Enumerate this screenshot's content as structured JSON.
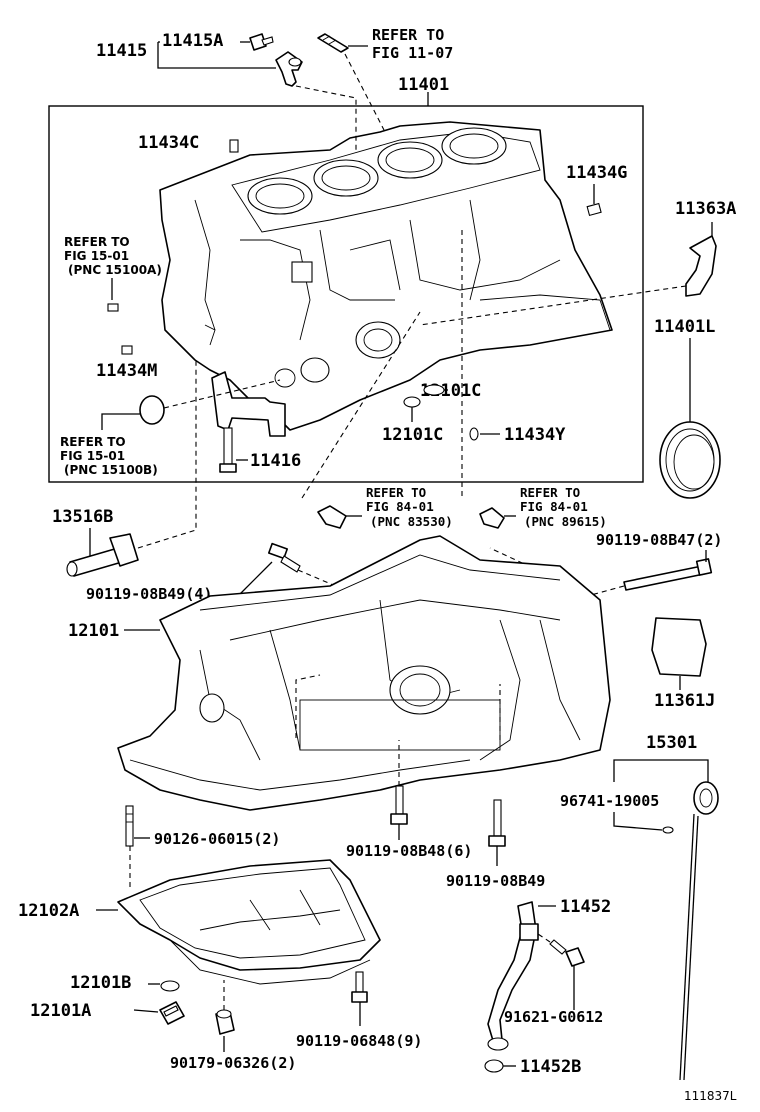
{
  "diagram_id": "111837L",
  "labels": {
    "p11415": "11415",
    "p11415A": "11415A",
    "refer_1107_a": "REFER TO",
    "refer_1107_b": "FIG 11-07",
    "p11401": "11401",
    "p11434C": "11434C",
    "p11434G": "11434G",
    "p11363A": "11363A",
    "refer_1501a_a": "REFER TO",
    "refer_1501a_b": "FIG 15-01",
    "refer_1501a_c": "(PNC 15100A)",
    "p11434M": "11434M",
    "p12101C_a": "12101C",
    "p11401L": "11401L",
    "refer_1501b_a": "REFER TO",
    "refer_1501b_b": "FIG 15-01",
    "refer_1501b_c": "(PNC 15100B)",
    "p11416": "11416",
    "p12101C_b": "12101C",
    "p11434Y": "11434Y",
    "refer_8401a_a": "REFER TO",
    "refer_8401a_b": "FIG 84-01",
    "refer_8401a_c": "(PNC 83530)",
    "refer_8401b_a": "REFER TO",
    "refer_8401b_b": "FIG 84-01",
    "refer_8401b_c": "(PNC 89615)",
    "p13516B": "13516B",
    "p90119_08B47": "90119-08B47(2)",
    "p90119_08B49_4": "90119-08B49(4)",
    "p12101": "12101",
    "p11361J": "11361J",
    "p15301": "15301",
    "p96741": "96741-19005",
    "p90126": "90126-06015(2)",
    "p90119_08B48": "90119-08B48(6)",
    "p90119_08B49": "90119-08B49",
    "p12102A": "12102A",
    "p11452": "11452",
    "p12101B": "12101B",
    "p12101A": "12101A",
    "p91621": "91621-G0612",
    "p90119_06848": "90119-06848(9)",
    "p90179": "90179-06326(2)",
    "p11452B": "11452B"
  }
}
